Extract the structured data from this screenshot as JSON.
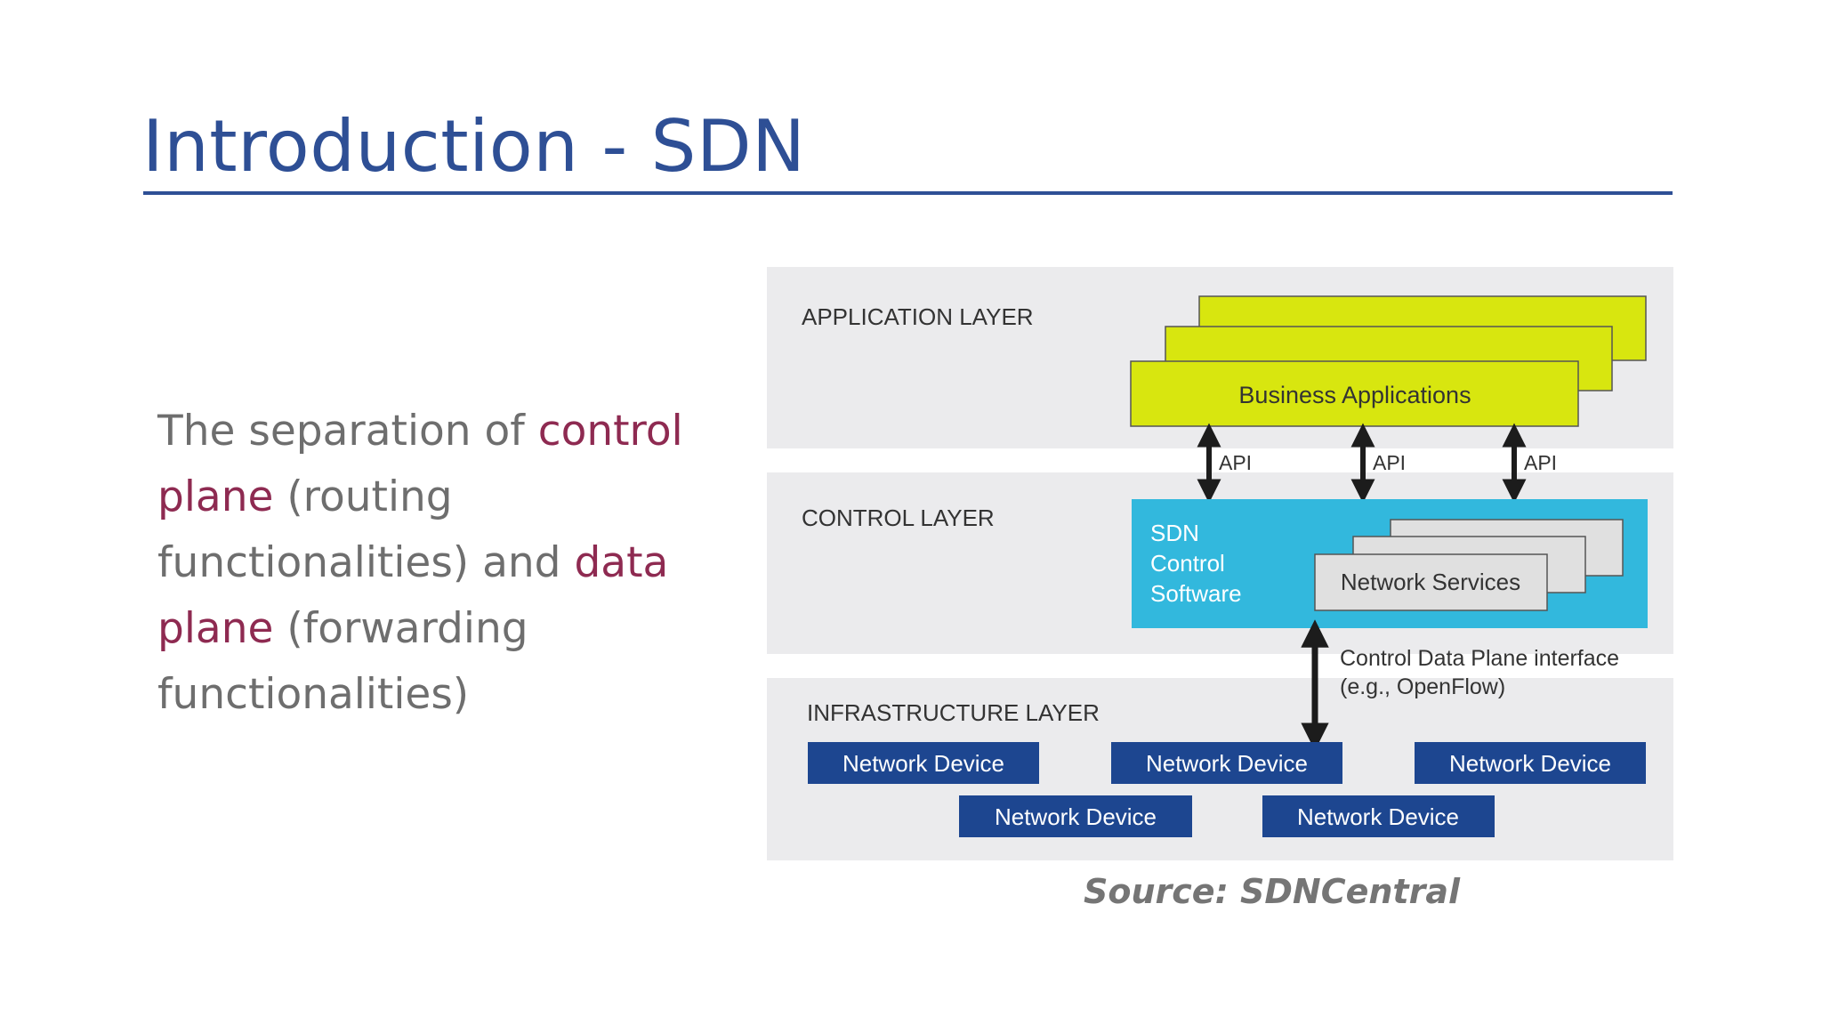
{
  "title": "Introduction - SDN",
  "body": {
    "part1": "The separation of ",
    "term1": "control plane",
    "part2": " (routing functionalities) and ",
    "term2": "data plane",
    "part3": " (forwarding functionalities)"
  },
  "diagram": {
    "app_layer_label": "APPLICATION LAYER",
    "business_apps_label": "Business Applications",
    "api_label": "API",
    "control_layer_label": "CONTROL LAYER",
    "sdn_software_lines": [
      "SDN",
      "Control",
      "Software"
    ],
    "network_services_label": "Network Services",
    "interface_lines": [
      "Control Data Plane interface",
      "(e.g., OpenFlow)"
    ],
    "infra_layer_label": "INFRASTRUCTURE LAYER",
    "network_device_label": "Network Device"
  },
  "colors": {
    "title": "#2e4f95",
    "highlight": "#8e2a51",
    "layer_bg": "#ebebed",
    "business_apps": "#d8e60f",
    "sdn_control": "#32b8dd",
    "network_device": "#1d4690",
    "network_services": "#e0e0e0"
  },
  "source": "Source: SDNCentral"
}
